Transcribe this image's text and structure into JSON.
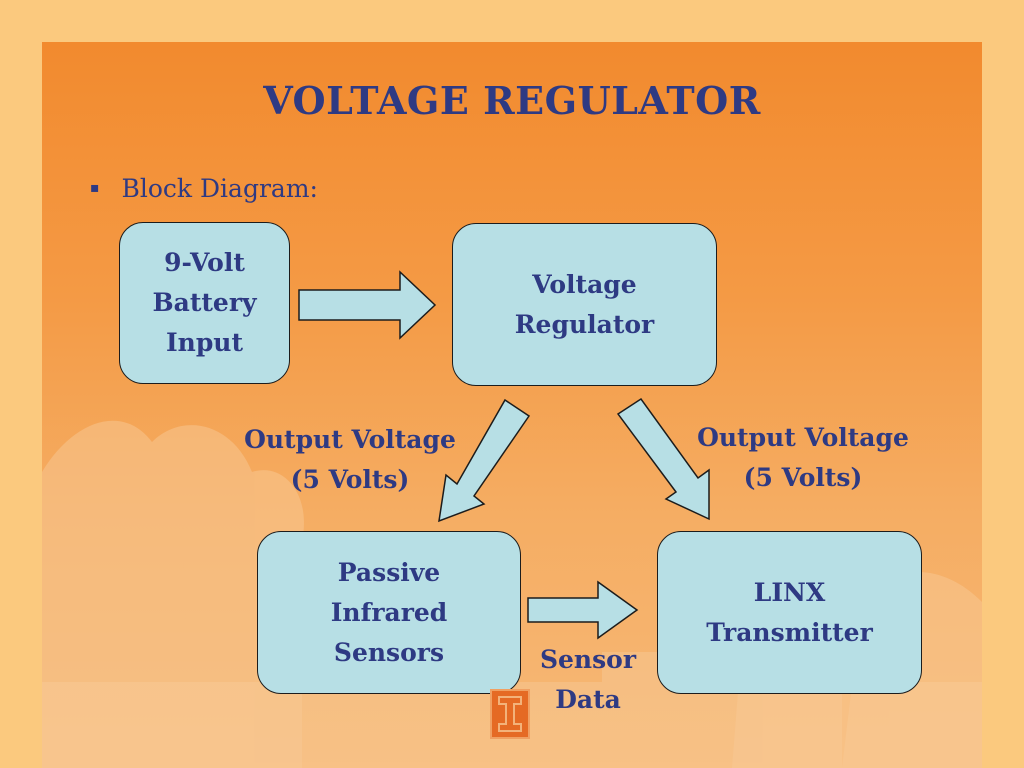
{
  "title": "VOLTAGE REGULATOR",
  "bullet": {
    "marker": "▪",
    "text": "Block Diagram:"
  },
  "diagram": {
    "battery": "9-Volt Battery Input",
    "regulator": "Voltage Regulator",
    "pir": "Passive Infrared Sensors",
    "linx": "LINX Transmitter",
    "left_edge_label": [
      "Output Voltage",
      "(5 Volts)"
    ],
    "right_edge_label": [
      "Output Voltage",
      "(5 Volts)"
    ],
    "sensor_label": [
      "Sensor",
      "Data"
    ]
  },
  "colors": {
    "box_fill": "#b7dfe5",
    "text": "#2e3a83",
    "background_orange": "#f28a2e",
    "border_frame": "#fbc97e"
  },
  "logo_icon": "university-block-i-logo"
}
